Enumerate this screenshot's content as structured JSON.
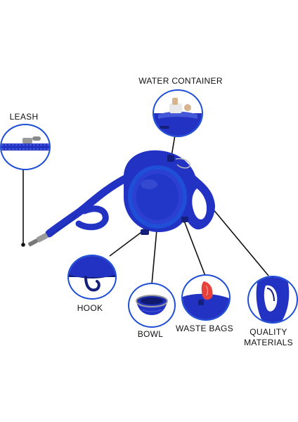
{
  "labels": {
    "water_container": "WATER CONTAINER",
    "leash": "LEASH",
    "hook": "HOOK",
    "bowl": "BOWL",
    "waste_bags": "WASTE BAGS",
    "quality_materials_line1": "QUALITY",
    "quality_materials_line2": "MATERIALS"
  },
  "colors": {
    "product_blue": "#2233c4",
    "product_dark": "#141f7a",
    "ring_blue": "#1f4fd6",
    "leader_line": "#111111",
    "bag_pink": "#e8403a"
  }
}
